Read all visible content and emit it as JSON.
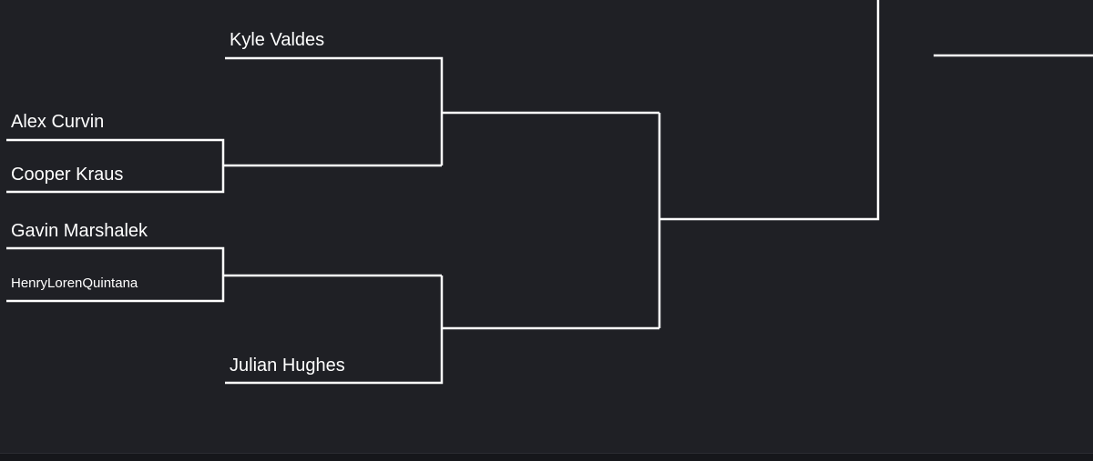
{
  "theme": {
    "background": "#1f2025",
    "line_color": "#ffffff",
    "text_color": "#ffffff"
  },
  "bracket": {
    "round1": {
      "match1": {
        "player1": "Alex Curvin",
        "player2": "Cooper Kraus"
      },
      "match2": {
        "player1": "Gavin Marshalek",
        "player2": "HenryLorenQuintana"
      }
    },
    "round2": {
      "match1": {
        "player1": "Kyle Valdes"
      },
      "match2": {
        "player2": "Julian Hughes"
      }
    }
  }
}
